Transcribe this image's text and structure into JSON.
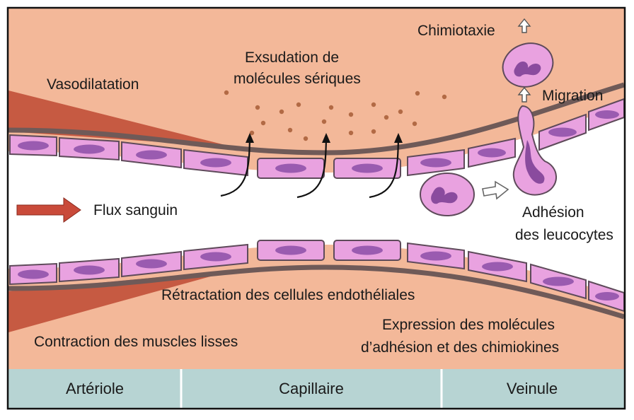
{
  "labels": {
    "vasodilatation": "Vasodilatation",
    "exsudation_line1": "Exsudation de",
    "exsudation_line2": "molécules sériques",
    "chimiotaxie": "Chimiotaxie",
    "migration": "Migration",
    "flux": "Flux sanguin",
    "adhesion_line1": "Adhésion",
    "adhesion_line2": "des leucocytes",
    "retractation": "Rétractation des cellules endothéliales",
    "contraction": "Contraction des muscles lisses",
    "expression_line1": "Expression des molécules",
    "expression_line2": "d’adhésion et des chimiokines"
  },
  "segments": [
    "Artériole",
    "Capillaire",
    "Veinule"
  ],
  "colors": {
    "tissue": "#f3b899",
    "lumen": "#ffffff",
    "cell_fill": "#e9a2e0",
    "nucleus": "#9a5bb0",
    "muscle": "#c65a42",
    "membrane": "#6f5a58",
    "footer": "#b7d4d3",
    "arrow_red": "#c94a3a",
    "molecule": "#b26a45"
  }
}
